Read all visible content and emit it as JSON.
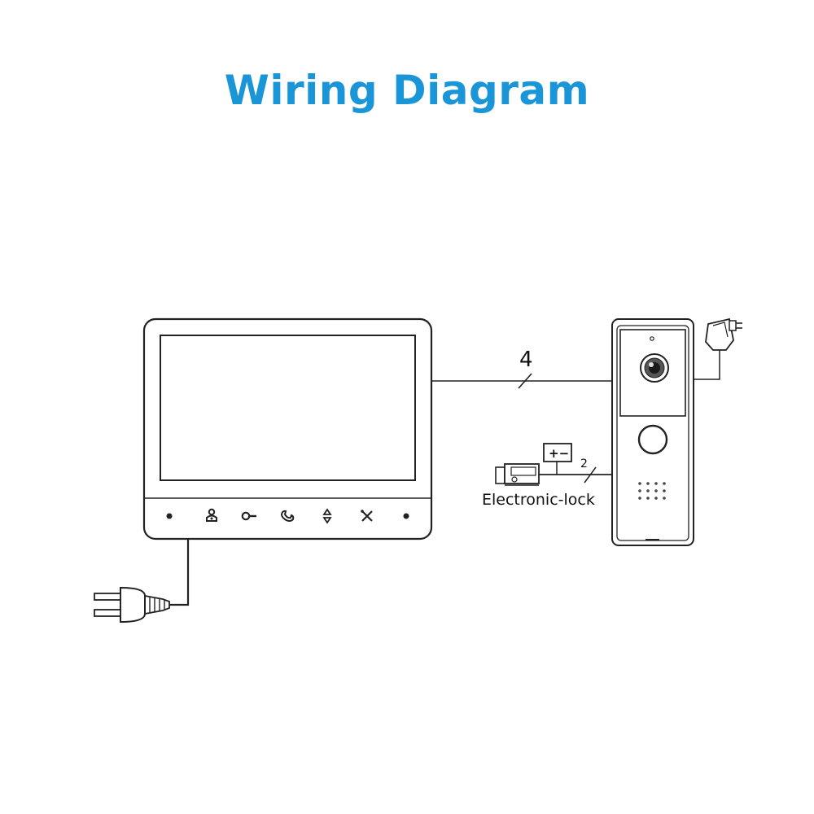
{
  "title": "Wiring Diagram",
  "labels": {
    "main_wire_count": "4",
    "lock_wire_count": "2",
    "lock_label": "Electronic-lock",
    "battery_symbol": "+−"
  },
  "colors": {
    "title": "#1a96d8",
    "line": "#222222",
    "background": "#ffffff"
  },
  "monitor_buttons": [
    {
      "icon": "dot-icon"
    },
    {
      "icon": "person-icon"
    },
    {
      "icon": "key-icon"
    },
    {
      "icon": "phone-handset-icon"
    },
    {
      "icon": "up-down-arrows-icon"
    },
    {
      "icon": "tools-icon"
    },
    {
      "icon": "dot-icon"
    }
  ]
}
